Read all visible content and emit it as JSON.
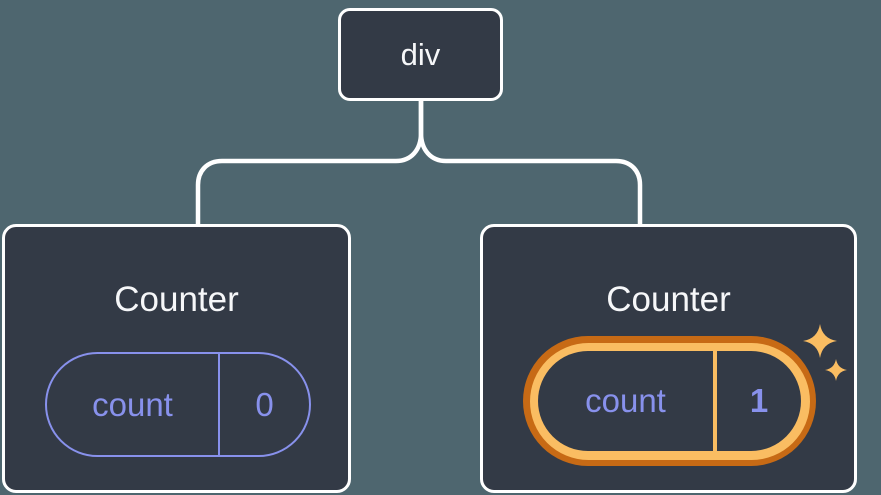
{
  "diagram": {
    "kind": "component-tree",
    "background": "#4E666F",
    "connector_color": "#FFFFFF",
    "colors": {
      "node_fill": "#333A46",
      "node_border": "#FFFFFF",
      "title_text": "#F6F7F9",
      "state_accent_purple": "#8891EC",
      "highlight_orange_dark": "#C76A15",
      "highlight_orange_light": "#FABD62"
    },
    "root": {
      "label": "div"
    },
    "nodes": [
      {
        "title": "Counter",
        "state_key": "count",
        "state_value": "0",
        "highlighted": false
      },
      {
        "title": "Counter",
        "state_key": "count",
        "state_value": "1",
        "highlighted": true,
        "icon": "sparkles-icon"
      }
    ]
  }
}
